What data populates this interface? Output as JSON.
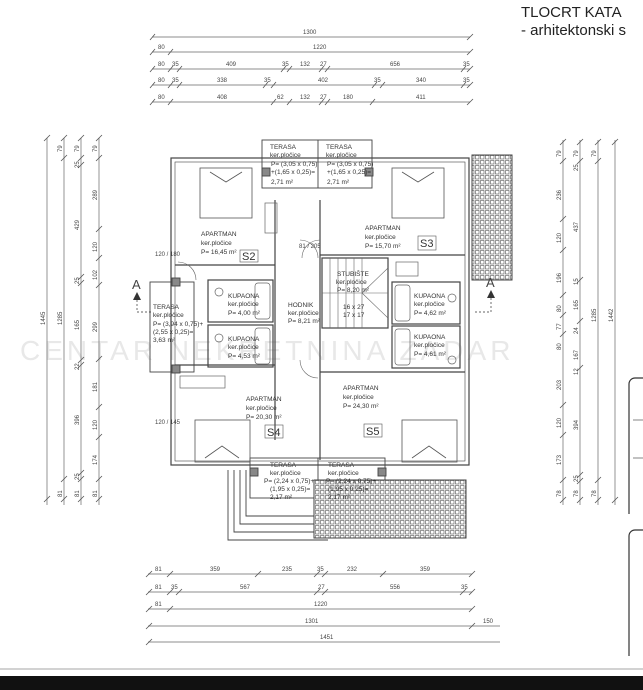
{
  "header": {
    "title": "TLOCRT KATA",
    "subtitle": "- arhitektonski s"
  },
  "watermark": "CENTAR NEKRETNINA ZADAR",
  "section_marker": "A",
  "dimensions": {
    "top_rows": [
      [
        "1300"
      ],
      [
        "80",
        "1220"
      ],
      [
        "80",
        "35",
        "409",
        "35",
        "132",
        "27",
        "656",
        "35"
      ],
      [
        "80",
        "35",
        "338",
        "35",
        "402",
        "35",
        "340",
        "35"
      ],
      [
        "80",
        "408",
        "62",
        "132",
        "27",
        "180",
        "411"
      ]
    ],
    "bottom_rows": [
      [
        "81",
        "359",
        "235",
        "35",
        "232",
        "359"
      ],
      [
        "81",
        "35",
        "567",
        "27",
        "556",
        "35"
      ],
      [
        "81",
        "1220"
      ],
      [
        "1301",
        "150"
      ],
      [
        "1451"
      ]
    ],
    "left_cols": [
      [
        "1445"
      ],
      [
        "79",
        "1285",
        "81"
      ],
      [
        "79",
        "25",
        "429",
        "25",
        "165",
        "22",
        "396",
        "25",
        "81"
      ],
      [
        "79",
        "289",
        "120",
        "102",
        "299",
        "181",
        "120",
        "174",
        "81"
      ]
    ],
    "right_cols": [
      [
        "79",
        "236",
        "120",
        "196",
        "80",
        "77",
        "80",
        "203",
        "120",
        "173",
        "78"
      ],
      [
        "79",
        "25",
        "437",
        "15",
        "165",
        "24",
        "167",
        "12",
        "394",
        "25",
        "78"
      ],
      [
        "79",
        "1285",
        "78"
      ],
      [
        "1442"
      ]
    ]
  },
  "rooms": {
    "terasa_top_left": {
      "name": "TERASA",
      "floor": "ker.pločice",
      "formula": "P= (3,05 x 0,75)",
      "formula2": "+(1,65 x 0,25)=",
      "area": "2,71 m²"
    },
    "terasa_top_right": {
      "name": "TERASA",
      "floor": "ker.pločice",
      "formula": "P= (3,05 x 0,75)",
      "formula2": "+(1,65 x 0,25)=",
      "area": "2,71 m²"
    },
    "apartman_s2": {
      "name": "APARTMAN",
      "floor": "ker.pločice",
      "area": "P= 16,45 m²",
      "tag": "S2"
    },
    "apartman_s3": {
      "name": "APARTMAN",
      "floor": "ker.pločice",
      "area": "P= 15,70 m²",
      "tag": "S3"
    },
    "stubiste": {
      "name": "STUBIŠTE",
      "floor": "ker.pločice",
      "area": "P= 8,20 m²",
      "steps1": "16 x 27",
      "steps2": "17 x 17"
    },
    "hodnik": {
      "name": "HODNIK",
      "floor": "ker.pločice",
      "area": "P= 8,21 m²"
    },
    "terasa_left": {
      "name": "TERASA",
      "floor": "ker.pločice",
      "formula": "P= (3,94 x 0,75)+",
      "formula2": "(2,55 x 0,25)=",
      "area": "3,63 m²"
    },
    "kupaona_1": {
      "name": "KUPAONA",
      "floor": "ker.pločice",
      "area": "P= 4,00 m²"
    },
    "kupaona_2": {
      "name": "KUPAONA",
      "floor": "ker.pločice",
      "area": "P= 4,53 m²"
    },
    "kupaona_3": {
      "name": "KUPAONA",
      "floor": "ker.pločice",
      "area": "P= 4,62 m²"
    },
    "kupaona_4": {
      "name": "KUPAONA",
      "floor": "ker.pločice",
      "area": "P= 4,61 m²"
    },
    "apartman_s4": {
      "name": "APARTMAN",
      "floor": "ker.pločice",
      "area": "P= 20,30 m²",
      "tag": "S4"
    },
    "apartman_s5": {
      "name": "APARTMAN",
      "floor": "ker.pločice",
      "area": "P= 24,30 m²",
      "tag": "S5"
    },
    "terasa_bottom_left": {
      "name": "TERASA",
      "floor": "ker.pločice",
      "formula": "P= (2,24 x 0,75)+",
      "formula2": "(1,95 x 0,25)=",
      "area": "2,17 m²"
    },
    "terasa_bottom_right": {
      "name": "TERASA",
      "floor": "ker.pločice",
      "formula": "P= (2,24 x 0,75)+",
      "formula2": "(1,95 x 0,25)=",
      "area": "2,17 m²"
    }
  },
  "door_labels": {
    "d1": "81 / 205",
    "d2": "120 / 180",
    "d3": "120 / 145"
  }
}
